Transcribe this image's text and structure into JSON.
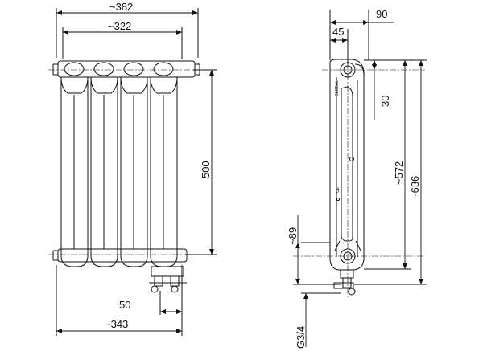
{
  "drawing": {
    "front_view": {
      "overall_width": "~382",
      "axis_width": "~322",
      "axis_height": "500",
      "connection_offset": "50",
      "bottom_width": "~343"
    },
    "side_view": {
      "depth": "90",
      "connector_offset": "45",
      "top_to_axis": "30",
      "body_height": "~572",
      "overall_height": "~636",
      "connection_height": "~89",
      "thread_size": "G3/4",
      "brand_mark": "GLOBAL",
      "small_mark": "CE"
    }
  }
}
